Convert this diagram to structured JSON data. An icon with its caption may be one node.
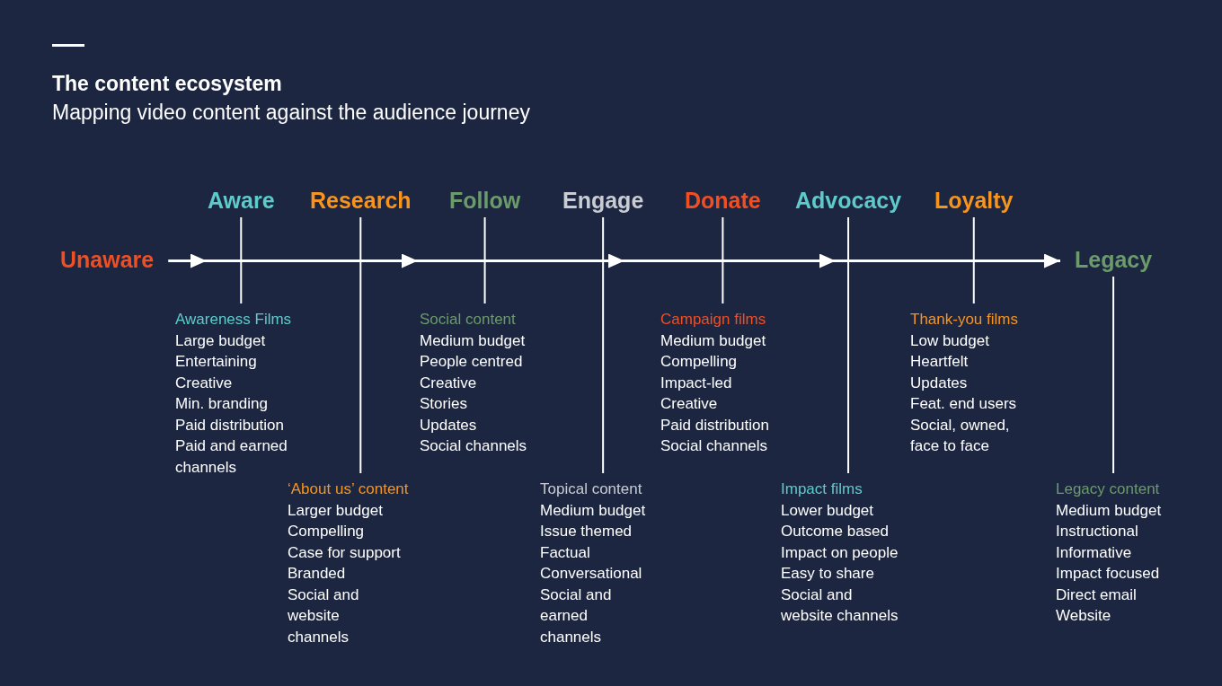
{
  "diagram": {
    "title": "The content ecosystem",
    "nodes": [
      {
        "text": [
          "Unaware"
        ]
      },
      {
        "text": [
          "Aware"
        ]
      },
      {
        "text": [
          "Research"
        ]
      },
      {
        "text": [
          "Follow"
        ]
      },
      {
        "text": [
          "Engage"
        ]
      },
      {
        "text": [
          "Donate"
        ]
      },
      {
        "text": [
          "Advocacy"
        ]
      },
      {
        "text": [
          "Loyalty"
        ]
      },
      {
        "text": [
          "Legacy"
        ]
      },
      {
        "text": [
          "Awareness Films",
          "Large budget",
          "Entertaining",
          "Creative",
          "Min. branding",
          "Paid distribution",
          "Paid and earned channels"
        ]
      },
      {
        "text": [
          "‘About us’ content",
          "Larger budget",
          "Compelling",
          "Case for support",
          "Branded",
          "Social and website channels"
        ]
      },
      {
        "text": [
          "Social content",
          "Medium budget",
          "People centred",
          "Creative",
          "Stories",
          "Updates",
          "Social channels"
        ]
      },
      {
        "text": [
          "Topical content",
          "Medium budget",
          "Issue themed",
          "Factual",
          "Conversational",
          "Social and earned channels"
        ]
      },
      {
        "text": [
          "Campaign films",
          "Medium budget",
          "Compelling",
          "Impact-led",
          "Creative",
          "Paid distribution",
          "Social channels"
        ]
      },
      {
        "text": [
          "Impact films",
          "Lower budget",
          "Outcome based",
          "Impact on people",
          "Easy to share",
          "Social and website channels"
        ]
      },
      {
        "text": [
          "Thank-you films",
          "Low budget",
          "Heartfelt",
          "Updates",
          "Feat. end users",
          "Social, owned, face to face"
        ]
      },
      {
        "text": [
          "Legacy content",
          "Medium budget",
          "Instructional",
          "Informative",
          "Impact focused",
          "Direct email",
          "Website"
        ]
      }
    ],
    "edges": [
      {
        "from": 0,
        "to": 8,
        "arrow": "to"
      },
      {
        "from": 1,
        "to": 9,
        "arrow": "none"
      },
      {
        "from": 2,
        "to": 10,
        "arrow": "none"
      },
      {
        "from": 3,
        "to": 11,
        "arrow": "none"
      },
      {
        "from": 4,
        "to": 12,
        "arrow": "none"
      },
      {
        "from": 5,
        "to": 13,
        "arrow": "none"
      },
      {
        "from": 6,
        "to": 14,
        "arrow": "none"
      },
      {
        "from": 7,
        "to": 15,
        "arrow": "none"
      },
      {
        "from": 8,
        "to": 16,
        "arrow": "none"
      }
    ],
    "labels": [
      "Mapping video content against the audience journey"
    ]
  }
}
